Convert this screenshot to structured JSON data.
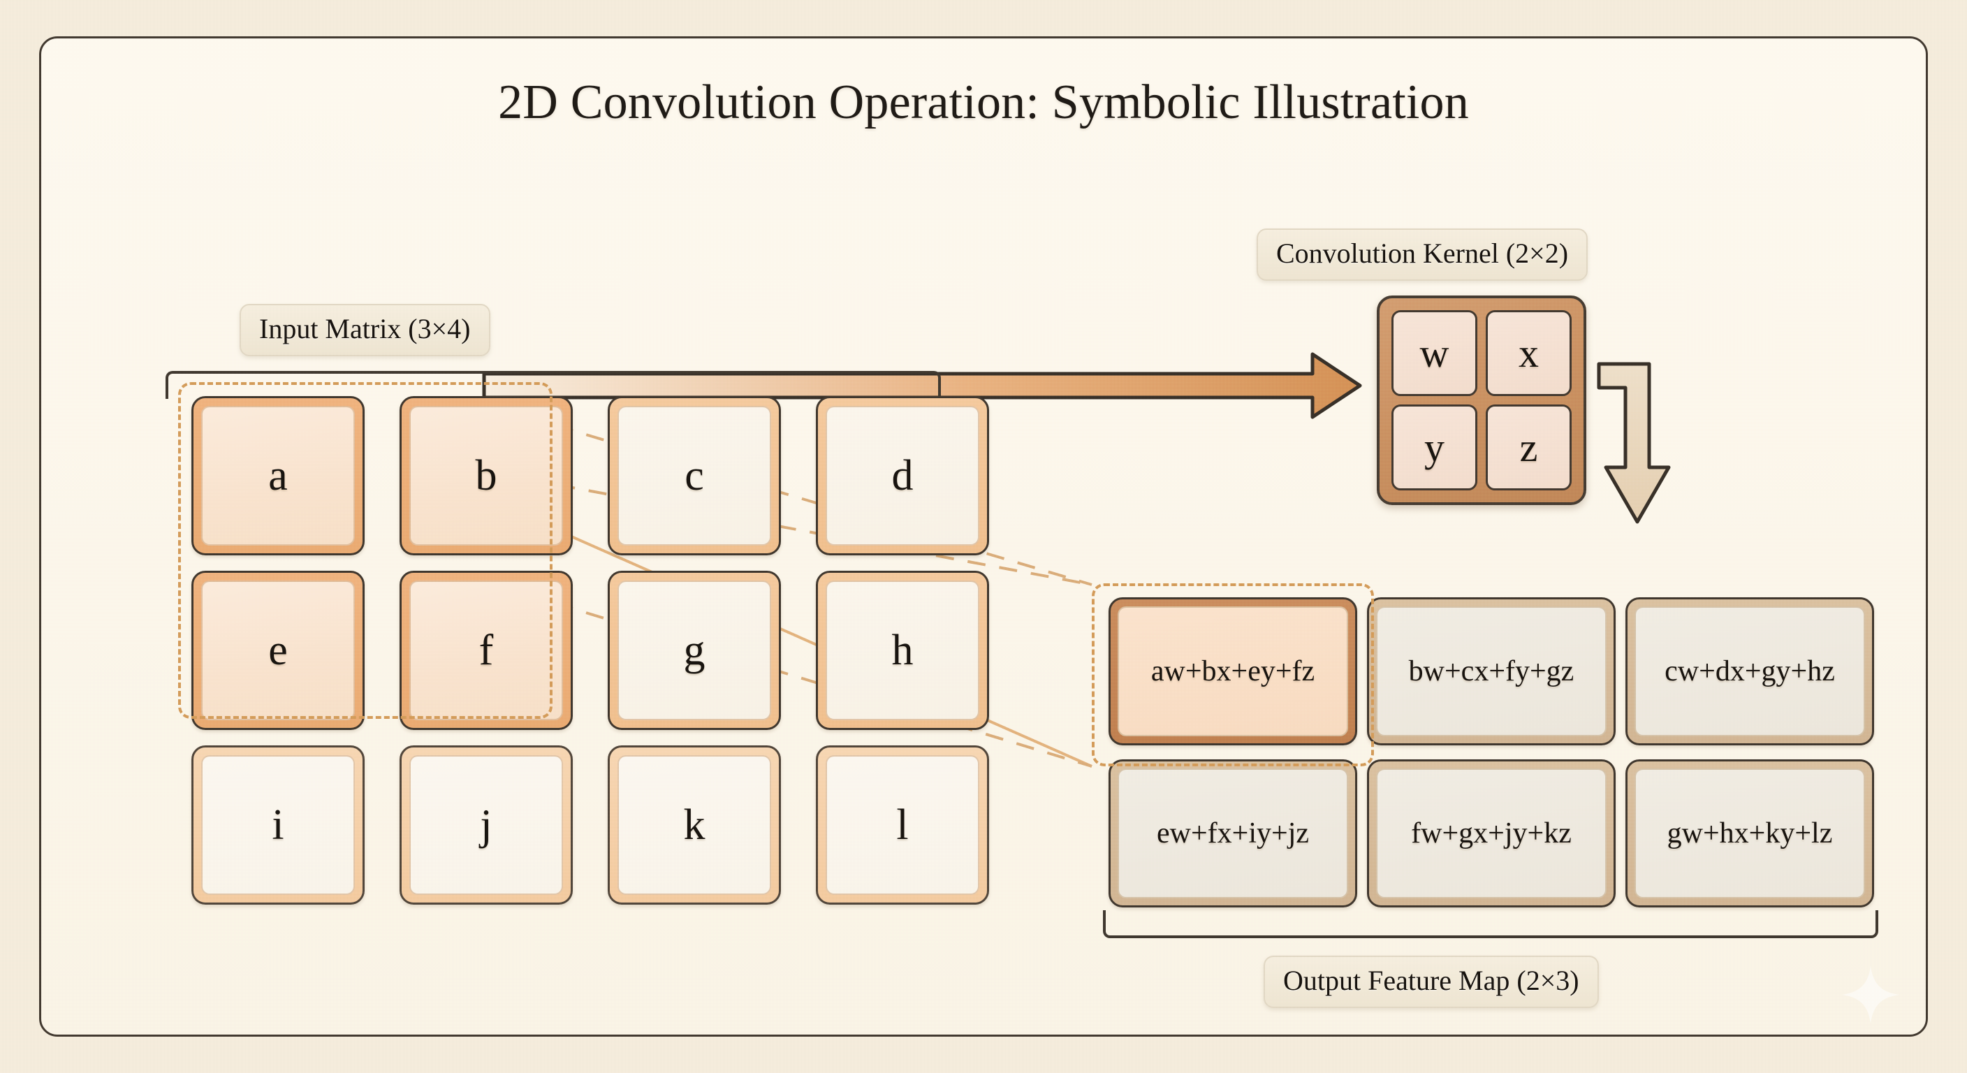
{
  "title": "2D Convolution Operation: Symbolic Illustration",
  "labels": {
    "input": "Input Matrix (3×4)",
    "kernel": "Convolution Kernel (2×2)",
    "output": "Output Feature Map (2×3)"
  },
  "input_matrix": {
    "rows": 3,
    "cols": 4,
    "cells": [
      {
        "v": "a",
        "state": "hot"
      },
      {
        "v": "b",
        "state": "hot"
      },
      {
        "v": "c",
        "state": "cool"
      },
      {
        "v": "d",
        "state": "cool"
      },
      {
        "v": "e",
        "state": "hot"
      },
      {
        "v": "f",
        "state": "hot"
      },
      {
        "v": "g",
        "state": "cool"
      },
      {
        "v": "h",
        "state": "cool"
      },
      {
        "v": "i",
        "state": "pale"
      },
      {
        "v": "j",
        "state": "pale"
      },
      {
        "v": "k",
        "state": "pale"
      },
      {
        "v": "l",
        "state": "pale"
      }
    ]
  },
  "kernel": {
    "rows": 2,
    "cols": 2,
    "cells": [
      "w",
      "x",
      "y",
      "z"
    ]
  },
  "output_map": {
    "rows": 2,
    "cols": 3,
    "cells": [
      {
        "v": "aw+bx+ey+fz",
        "state": "hot"
      },
      {
        "v": "bw+cx+fy+gz",
        "state": "plain"
      },
      {
        "v": "cw+dx+gy+hz",
        "state": "plain"
      },
      {
        "v": "ew+fx+iy+jz",
        "state": "plain"
      },
      {
        "v": "fw+gx+jy+kz",
        "state": "plain"
      },
      {
        "v": "gw+hx+ky+lz",
        "state": "plain"
      }
    ]
  },
  "arrows": {
    "input_to_kernel": "right-arrow",
    "kernel_to_output": "elbow-down-arrow"
  },
  "colors": {
    "page_background": "#f3ead8",
    "canvas_background": "#fdf8ed",
    "canvas_border": "#3c342c",
    "accent_orange": "#e8a269",
    "kernel_fill": "#c5865a",
    "highlight_dash": "#cf9152",
    "output_border": "#cdae89",
    "text": "#16120e"
  }
}
